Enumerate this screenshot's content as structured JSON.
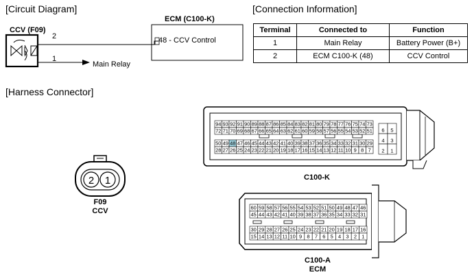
{
  "sections": {
    "circuit": "[Circuit Diagram]",
    "connection": "[Connection Information]",
    "harness": "[Harness Connector]"
  },
  "circuit": {
    "ccv_label": "CCV (F09)",
    "ecm_label": "ECM (C100-K)",
    "pin2": "2",
    "pin1": "1",
    "main_relay": "Main Relay",
    "ecm_pin": "48 - CCV Control"
  },
  "table": {
    "headers": [
      "Terminal",
      "Connected to",
      "Function"
    ],
    "rows": [
      [
        "1",
        "Main Relay",
        "Battery Power (B+)"
      ],
      [
        "2",
        "ECM C100-K (48)",
        "CCV Control"
      ]
    ]
  },
  "connectors": {
    "f09": {
      "pins": [
        "2",
        "1"
      ],
      "name": "F09",
      "sub": "CCV"
    },
    "c100k": {
      "name": "C100-K",
      "rows": [
        [
          "94",
          "93",
          "92",
          "91",
          "90",
          "89",
          "88",
          "87",
          "86",
          "85",
          "84",
          "83",
          "82",
          "81",
          "80",
          "79",
          "78",
          "77",
          "76",
          "75",
          "74",
          "73"
        ],
        [
          "72",
          "71",
          "70",
          "69",
          "68",
          "67",
          "66",
          "65",
          "64",
          "63",
          "62",
          "61",
          "60",
          "59",
          "58",
          "57",
          "56",
          "55",
          "54",
          "53",
          "52",
          "51"
        ],
        [
          "50",
          "49",
          "48",
          "47",
          "46",
          "45",
          "44",
          "43",
          "42",
          "41",
          "40",
          "39",
          "38",
          "37",
          "36",
          "35",
          "34",
          "33",
          "32",
          "31",
          "30",
          "29"
        ],
        [
          "28",
          "27",
          "26",
          "25",
          "24",
          "23",
          "22",
          "21",
          "20",
          "19",
          "18",
          "17",
          "16",
          "15",
          "14",
          "13",
          "12",
          "11",
          "10",
          "9",
          "8",
          "7"
        ]
      ],
      "side": [
        [
          "6",
          "5"
        ],
        [
          "4",
          "3"
        ],
        [
          "2",
          "1"
        ]
      ],
      "highlight": "48"
    },
    "c100a": {
      "name": "C100-A",
      "sub": "ECM",
      "rows": [
        [
          "60",
          "59",
          "58",
          "57",
          "56",
          "55",
          "54",
          "53",
          "52",
          "51",
          "50",
          "49",
          "48",
          "47",
          "46"
        ],
        [
          "45",
          "44",
          "43",
          "42",
          "41",
          "40",
          "39",
          "38",
          "37",
          "36",
          "35",
          "34",
          "33",
          "32",
          "31"
        ],
        [
          "30",
          "29",
          "28",
          "27",
          "26",
          "25",
          "24",
          "23",
          "22",
          "21",
          "20",
          "19",
          "18",
          "17",
          "16"
        ],
        [
          "15",
          "14",
          "13",
          "12",
          "11",
          "10",
          "9",
          "8",
          "7",
          "6",
          "5",
          "4",
          "3",
          "2",
          "1"
        ]
      ]
    }
  }
}
